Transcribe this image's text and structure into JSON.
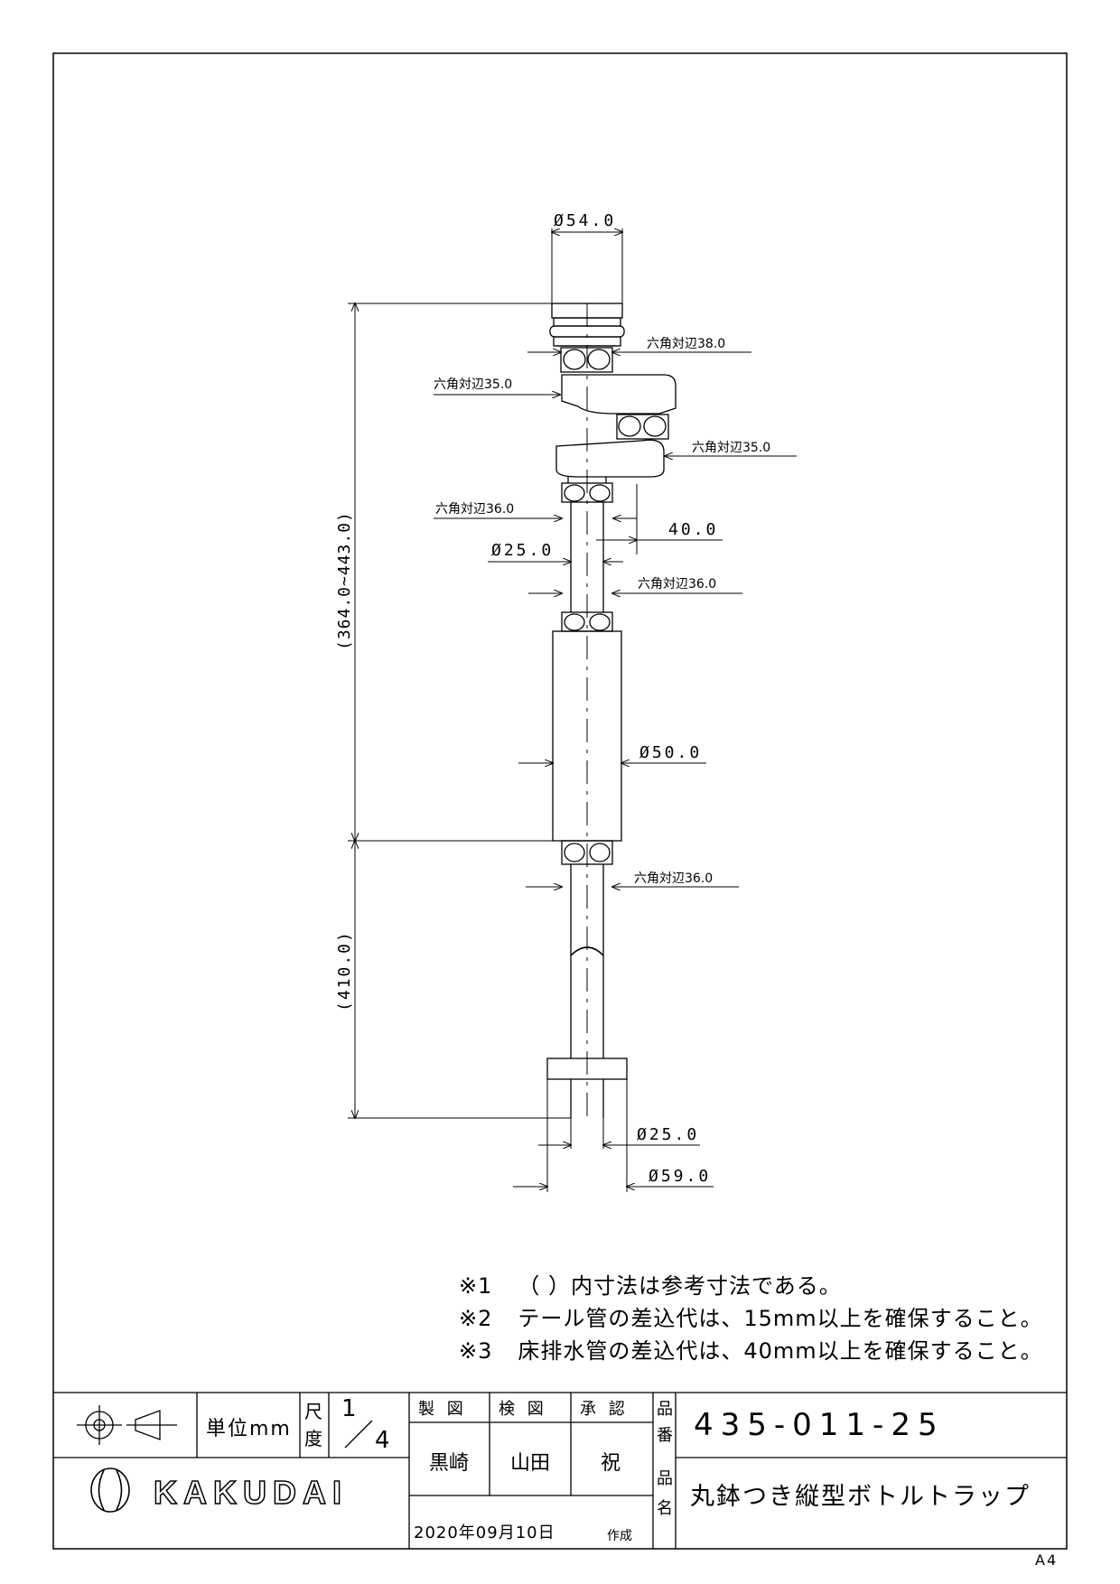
{
  "dimensions": {
    "d_top": "Ø54.0",
    "hex_38": "六角対辺38.0",
    "hex_35_left": "六角対辺35.0",
    "hex_35_right": "六角対辺35.0",
    "hex_36_a": "六角対辺36.0",
    "offset_40": "40.0",
    "d_25_upper": "Ø25.0",
    "hex_36_b": "六角対辺36.0",
    "d_50": "Ø50.0",
    "hex_36_c": "六角対辺36.0",
    "d_25_lower": "Ø25.0",
    "d_59": "Ø59.0",
    "height_range": "(364.0~443.0)",
    "height_lower": "(410.0)"
  },
  "notes": [
    {
      "mark": "※1",
      "text": "（ ）内寸法は参考寸法である。"
    },
    {
      "mark": "※2",
      "text": "テール管の差込代は、15mm以上を確保すること。"
    },
    {
      "mark": "※3",
      "text": "床排水管の差込代は、40mm以上を確保すること。"
    }
  ],
  "title_block": {
    "unit_label": "単位mm",
    "scale_label_1": "尺",
    "scale_label_2": "度",
    "scale_num": "1",
    "scale_den": "4",
    "drawn_label": "製 図",
    "checked_label": "検 図",
    "approved_label": "承 認",
    "drawn_by": "黒崎",
    "checked_by": "山田",
    "approved_by": "祝",
    "date": "2020年09月10日",
    "created_label": "作成",
    "part_no_label_1": "品",
    "part_no_label_2": "番",
    "part_no": "435-011-25",
    "part_name_label_1": "品",
    "part_name_label_2": "名",
    "part_name": "丸鉢つき縦型ボトルトラップ",
    "brand": "KAKUDAI",
    "paper_size": "A4"
  }
}
